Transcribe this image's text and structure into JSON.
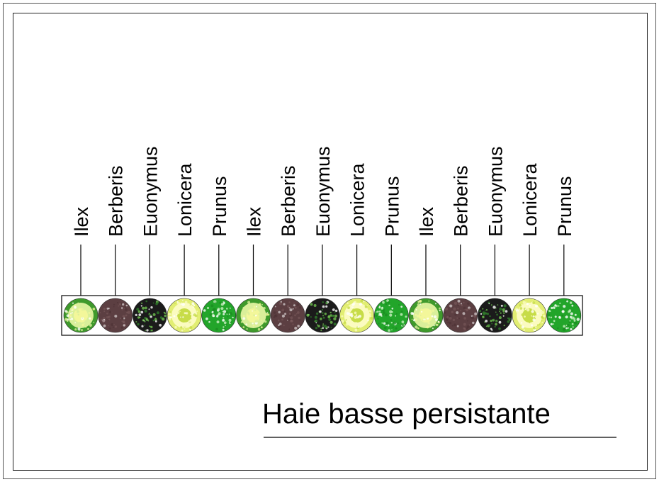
{
  "title": "Haie basse persistante",
  "plants": [
    {
      "name": "Ilex",
      "kind": "ilex"
    },
    {
      "name": "Berberis",
      "kind": "berberis"
    },
    {
      "name": "Euonymus",
      "kind": "euonymus"
    },
    {
      "name": "Lonicera",
      "kind": "lonicera"
    },
    {
      "name": "Prunus",
      "kind": "prunus"
    },
    {
      "name": "Ilex",
      "kind": "ilex"
    },
    {
      "name": "Berberis",
      "kind": "berberis"
    },
    {
      "name": "Euonymus",
      "kind": "euonymus"
    },
    {
      "name": "Lonicera",
      "kind": "lonicera"
    },
    {
      "name": "Prunus",
      "kind": "prunus"
    },
    {
      "name": "Ilex",
      "kind": "ilex"
    },
    {
      "name": "Berberis",
      "kind": "berberis"
    },
    {
      "name": "Euonymus",
      "kind": "euonymus"
    },
    {
      "name": "Lonicera",
      "kind": "lonicera"
    },
    {
      "name": "Prunus",
      "kind": "prunus"
    }
  ],
  "colors": {
    "ilex": {
      "base": "#3f9a2c",
      "light": "#d9ef9a",
      "center": "#f3f79a"
    },
    "berberis": {
      "base": "#5c3f42",
      "light": "#7d5c5e",
      "center": "#4a2f33"
    },
    "euonymus": {
      "base": "#1b1b1b",
      "light": "#6fc24f",
      "center": "#2f7d2a"
    },
    "lonicera": {
      "base": "#e2ee72",
      "light": "#fbfbc0",
      "center": "#c7dc48"
    },
    "prunus": {
      "base": "#22a52a",
      "light": "#c9f0c0",
      "center": "#1b8d22"
    }
  }
}
